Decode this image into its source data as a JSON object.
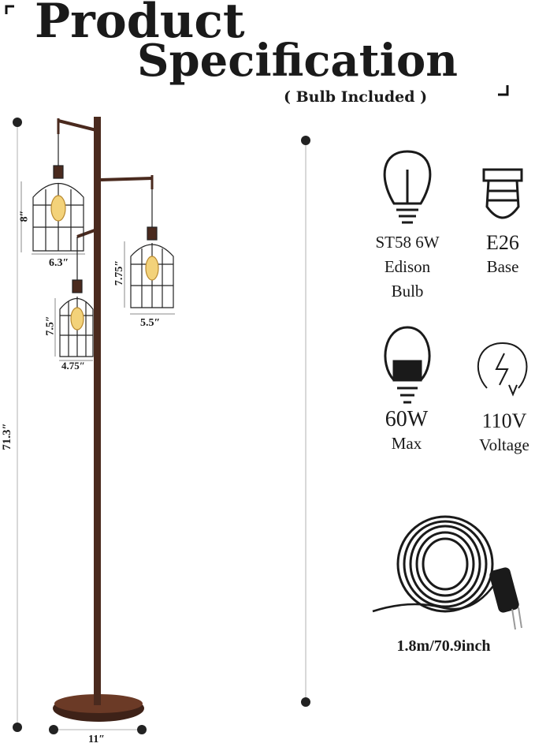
{
  "header": {
    "title_line1": "Product",
    "title_line2": "Specification",
    "subtitle": "( Bulb Included )"
  },
  "dimensions": {
    "total_height": "71.3″",
    "base_width": "11″",
    "cage1_height": "8″",
    "cage1_width": "6.3″",
    "cage2_height": "7.75″",
    "cage2_width": "5.5″",
    "cage3_height": "7.5″",
    "cage3_width": "4.75″"
  },
  "specs": {
    "bulb_type": [
      "ST58 6W",
      "Edison",
      "Bulb"
    ],
    "base": [
      "E26",
      "Base"
    ],
    "max_wattage": [
      "60W",
      "Max"
    ],
    "voltage": [
      "110V",
      "Voltage"
    ],
    "cord_length": "1.8m/70.9inch"
  },
  "colors": {
    "lamp": "#4a2a1e",
    "text": "#1a1a1a",
    "line": "#cccccc"
  }
}
